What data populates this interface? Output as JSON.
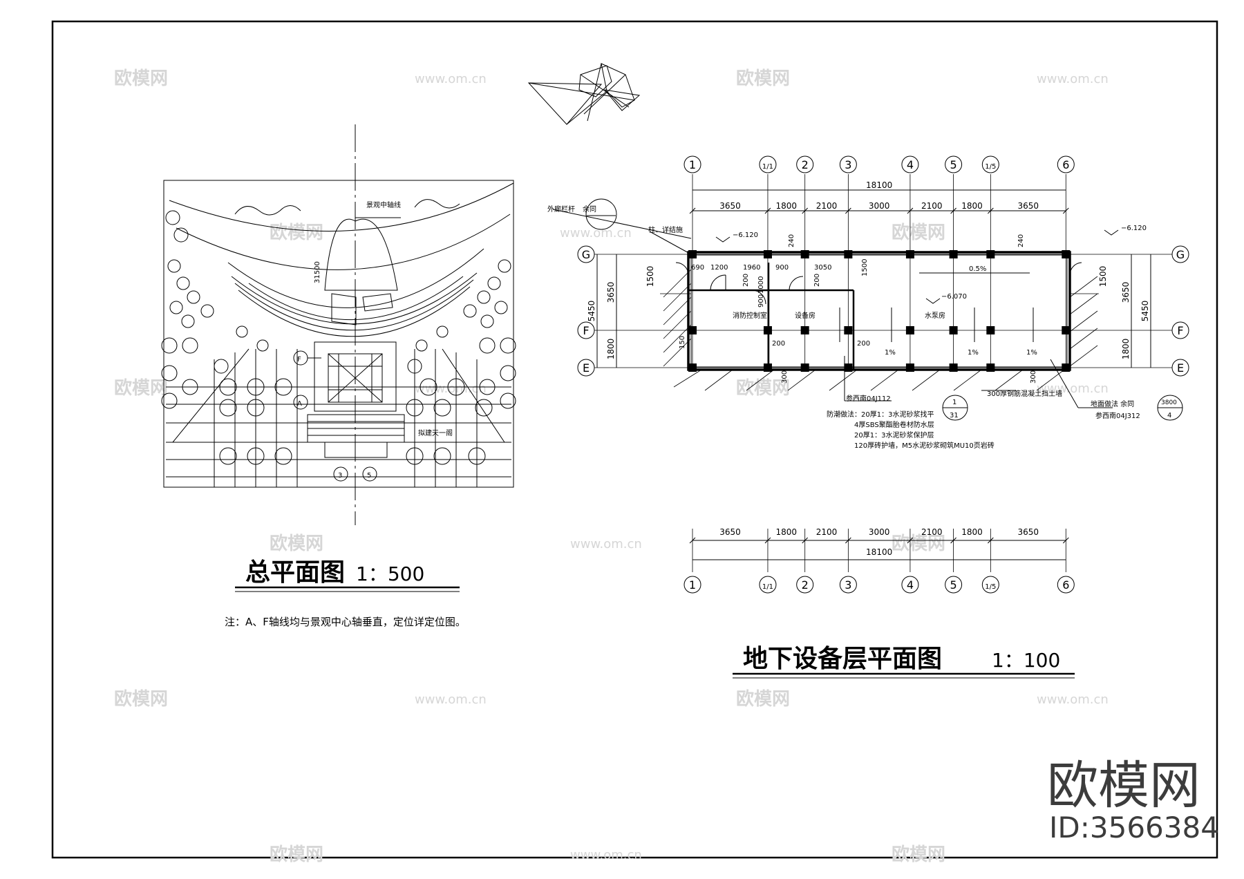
{
  "site_plan": {
    "title": "总平面图",
    "scale": "1：500",
    "note": "注：A、F轴线均与景观中心轴垂直，定位详定位图。",
    "axis_label": "景观中轴线",
    "dim_31500": "31500",
    "axis_F": "F",
    "axis_A": "A",
    "axis_3": "3",
    "axis_5": "5",
    "label_pavilion": "拟建天一阁"
  },
  "basement_plan": {
    "title": "地下设备层平面图",
    "scale": "1：100",
    "axes_top": [
      "1",
      "1/1",
      "2",
      "3",
      "4",
      "5",
      "1/5",
      "6"
    ],
    "bay_dims": [
      "3650",
      "1800",
      "2100",
      "3000",
      "2100",
      "1800",
      "3650"
    ],
    "total_dim": "18100",
    "rows": [
      "G",
      "F",
      "E"
    ],
    "row_dims_left": [
      "3650",
      "1800"
    ],
    "row_total": "5450",
    "sub_dims_left": [
      "1500"
    ],
    "sub_dims_right": [
      "1500"
    ],
    "inner_dims": [
      "690",
      "1200",
      "1960",
      "900",
      "3050",
      "1500"
    ],
    "dim_200a": "200",
    "dim_200b": "200",
    "dim_200c": "200",
    "dim_200d": "200",
    "dim_900": "900",
    "dim_1000": "1000",
    "dim_240a": "240",
    "dim_240b": "240",
    "dim_300a": "300",
    "dim_300b": "300",
    "dim_150": "150",
    "elev_left": "−6.120",
    "elev_right": "−6.120",
    "elev_inner": "−6.070",
    "slope_a": "0.5%",
    "slope_b": "1%",
    "slope_c": "1%",
    "slope_d": "1%",
    "rooms": [
      "消防控制室",
      "设备房",
      "水泵房"
    ],
    "label_rail": "外廊栏杆",
    "label_rail_ref": "余同",
    "label_col": "柱、详结施",
    "ref_1": "参西南04J112",
    "callout_1_top": "1",
    "callout_1_bottom": "31",
    "label_wall": "300厚钢筋混凝土挡土墙",
    "label_floor": "地面做法 余同",
    "ref_2": "参西南04J312",
    "callout_2_top": "3800",
    "callout_2_bottom": "4",
    "waterproof": [
      "防潮做法：20厚1：3水泥砂浆找平",
      "4厚SBS聚酯胎卷材防水层",
      "20厚1：3水泥砂浆保护层",
      "120厚砖护墙，M5水泥砂浆砌筑MU10页岩砖"
    ]
  },
  "watermark": {
    "brand": "欧模网",
    "url": "www.om.cn",
    "id": "ID:3566384"
  }
}
